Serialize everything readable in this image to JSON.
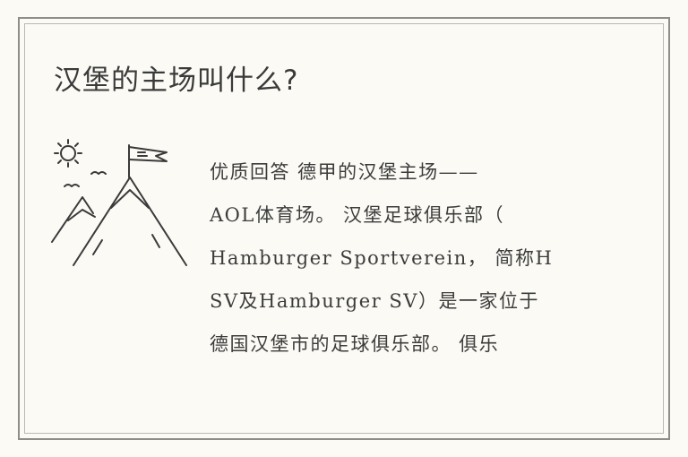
{
  "title": "汉堡的主场叫什么?",
  "answer_lines": [
    " 优质回答 德甲的汉堡主场——",
    "AOL体育场。 汉堡足球俱乐部（",
    "Hamburger Sportverein， 简称H",
    "SV及Hamburger SV）是一家位于",
    "德国汉堡市的足球俱乐部。 俱乐"
  ],
  "colors": {
    "background": "#fbfaf5",
    "border_outer": "#8e8d8a",
    "border_inner": "#b9b8b4",
    "text": "#3c3c3c",
    "line_art": "#3a3a3a"
  },
  "icons": [
    "sun-icon",
    "flag-icon",
    "bird-icon",
    "mountain-icon"
  ]
}
